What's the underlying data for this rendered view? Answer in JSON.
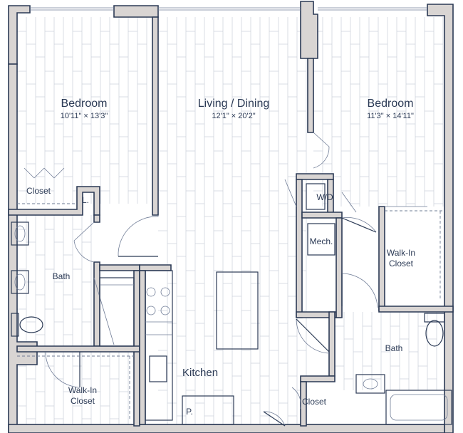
{
  "rooms": {
    "bedroom_left": {
      "name": "Bedroom",
      "dims": "10'11\" × 13'3\""
    },
    "living": {
      "name": "Living / Dining",
      "dims": "12'1\" × 20'2\""
    },
    "bedroom_right": {
      "name": "Bedroom",
      "dims": "11'3\" × 14'11\""
    },
    "closet_left": "Closet",
    "linen": "L.",
    "bath_left": "Bath",
    "walkin_left": {
      "line1": "Walk-In",
      "line2": "Closet"
    },
    "kitchen": "Kitchen",
    "pantry": "P.",
    "washer_dryer": "W/D",
    "mech": "Mech.",
    "walkin_right": {
      "line1": "Walk-In",
      "line2": "Closet"
    },
    "bath_right": "Bath",
    "closet_right": "Closet"
  },
  "colors": {
    "wall_fill": "#d9d5d3",
    "line": "#2b3a55",
    "floor": "#c9ced8"
  }
}
